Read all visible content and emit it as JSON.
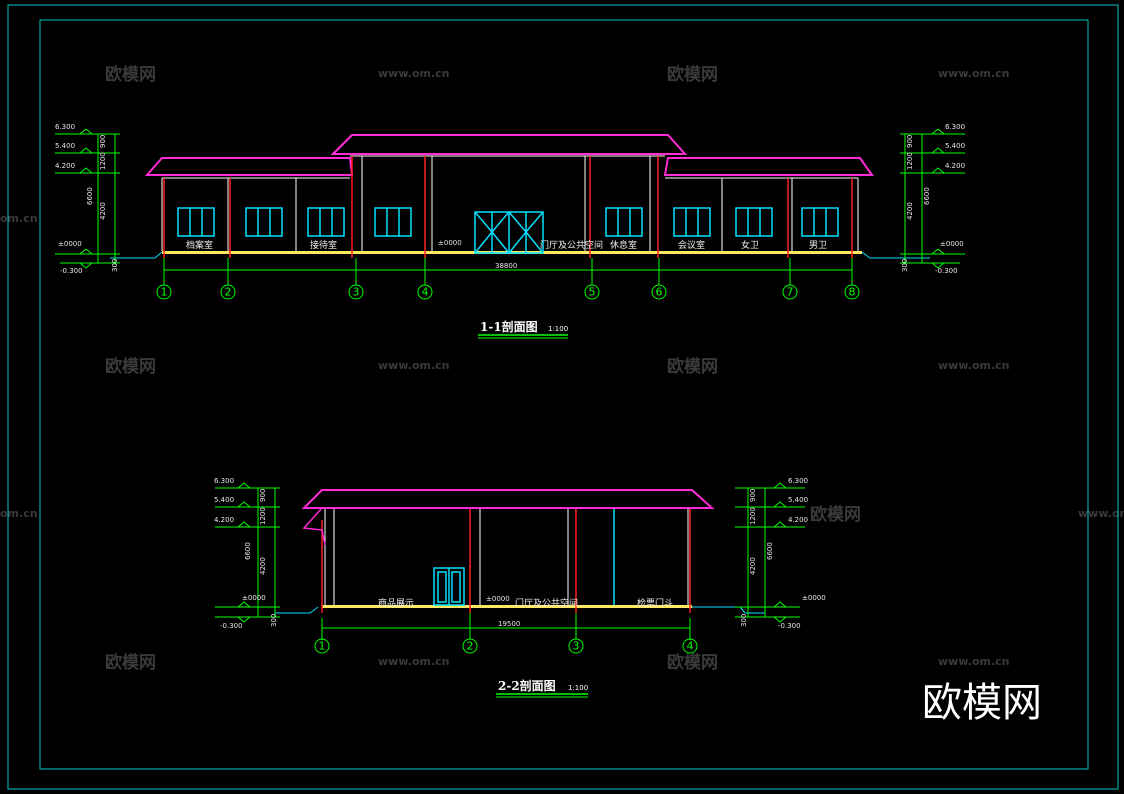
{
  "colors": {
    "background": "#000000",
    "frame": "#00c8c8",
    "roof": "#ff2bd6",
    "wall": "#ffffff",
    "column": "#ff2020",
    "window": "#00e0ff",
    "floor": "#ffe860",
    "dimension": "#00ff00",
    "watermark": "#3a3a3a"
  },
  "watermarks": {
    "brand_cn": "欧模网",
    "url": "www.om.cn",
    "url_partial": "om.cn",
    "logo": "欧模网"
  },
  "section_1": {
    "title": "1-1剖面图",
    "scale": "1:100",
    "total_dim": "38800",
    "axes": [
      "1",
      "2",
      "3",
      "4",
      "5",
      "6",
      "7",
      "8"
    ],
    "rooms": [
      "档案室",
      "接待室",
      "门厅及公共空间",
      "休息室",
      "会议室",
      "女卫",
      "男卫"
    ],
    "floor_label": "±0000",
    "left_levels": [
      "6.300",
      "5.400",
      "4.200",
      "±0000",
      "-0.300"
    ],
    "left_dims": [
      "900",
      "1200",
      "4200",
      "6600",
      "300"
    ],
    "right_levels": [
      "6.300",
      "5.400",
      "4.200",
      "±0000",
      "-0.300"
    ],
    "right_dims": [
      "900",
      "1200",
      "4200",
      "6600",
      "300"
    ]
  },
  "section_2": {
    "title": "2-2剖面图",
    "scale": "1:100",
    "total_dim": "19500",
    "axes": [
      "1",
      "2",
      "3",
      "4"
    ],
    "rooms": [
      "商品展示",
      "门厅及公共空间",
      "检票门斗"
    ],
    "floor_label": "±0000",
    "left_levels": [
      "6.300",
      "5.400",
      "4.200",
      "±0000",
      "-0.300"
    ],
    "left_dims": [
      "900",
      "1200",
      "4200",
      "6600",
      "300"
    ],
    "right_levels": [
      "6.300",
      "5.400",
      "4.200",
      "±0000",
      "-0.300"
    ],
    "right_dims": [
      "900",
      "1200",
      "4200",
      "6600",
      "300"
    ]
  }
}
